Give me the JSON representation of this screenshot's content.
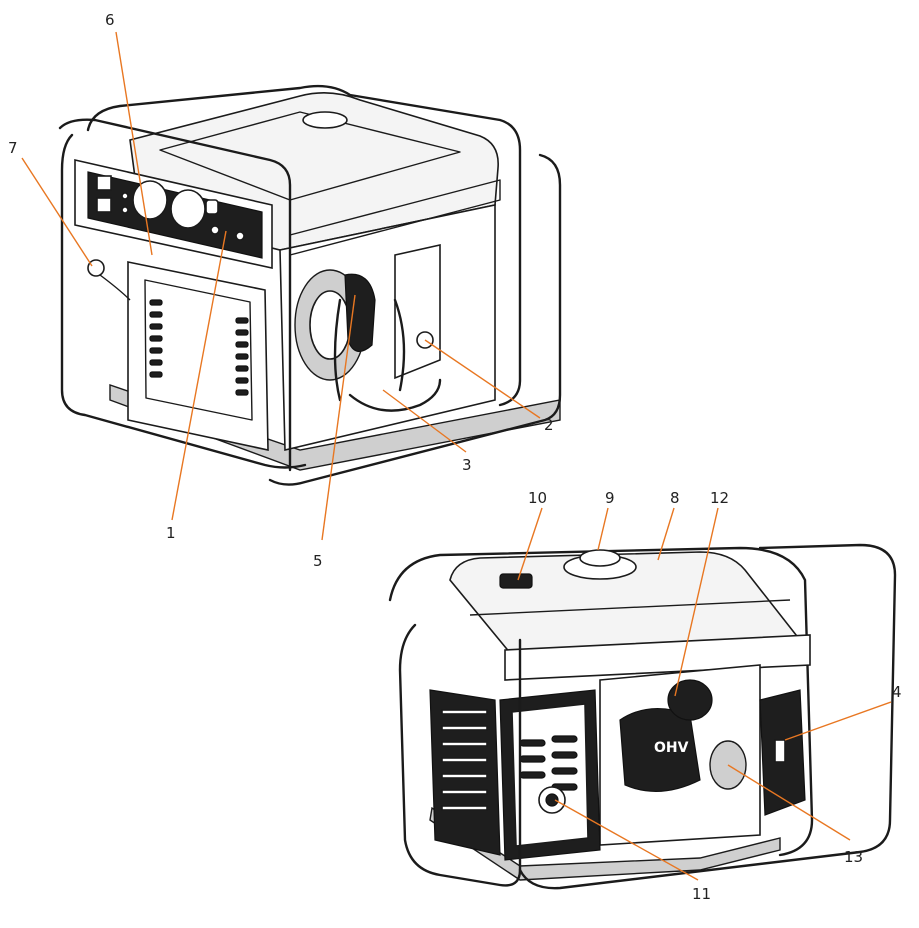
{
  "diagram": {
    "accent_color": "#E87722",
    "callouts": [
      {
        "id": "c1",
        "text": "1"
      },
      {
        "id": "c2",
        "text": "2"
      },
      {
        "id": "c3",
        "text": "3"
      },
      {
        "id": "c4",
        "text": "4"
      },
      {
        "id": "c5",
        "text": "5"
      },
      {
        "id": "c6",
        "text": "6"
      },
      {
        "id": "c7",
        "text": "7"
      },
      {
        "id": "c8",
        "text": "8"
      },
      {
        "id": "c9",
        "text": "9"
      },
      {
        "id": "c10",
        "text": "10"
      },
      {
        "id": "c11",
        "text": "11"
      },
      {
        "id": "c12",
        "text": "12"
      },
      {
        "id": "c13",
        "text": "13"
      }
    ],
    "engine_badge": "OHV"
  }
}
